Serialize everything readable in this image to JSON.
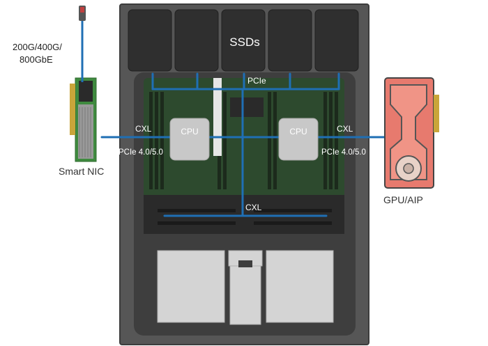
{
  "labels": {
    "ssds": "SSDs",
    "pcie_top": "PCIe",
    "cpu_left": "CPU",
    "cpu_right": "CPU",
    "cxl_left": "CXL",
    "cxl_right": "CXL",
    "cxl_bottom": "CXL",
    "pcie_left": "PCIe 4.0/5.0",
    "pcie_right": "PCIe 4.0/5.0",
    "nic_speed_line1": "200G/400G/",
    "nic_speed_line2": "800GbE",
    "smart_nic": "Smart NIC",
    "gpu_aip": "GPU/AIP"
  },
  "colors": {
    "chassis": "#565656",
    "chassis_edge": "#3c3c3c",
    "ssd_module": "#2f2f2f",
    "board": "#2d4a2e",
    "board_dark": "#203520",
    "interconnect": "#1f6fb4",
    "cpu_block": "#c8c8c8",
    "heatsink": "#d4d4d4",
    "gpu_body": "#e77a6e",
    "nic_pcb": "#3f8a3f",
    "label_light": "#ffffff",
    "label_dark": "#222222"
  }
}
